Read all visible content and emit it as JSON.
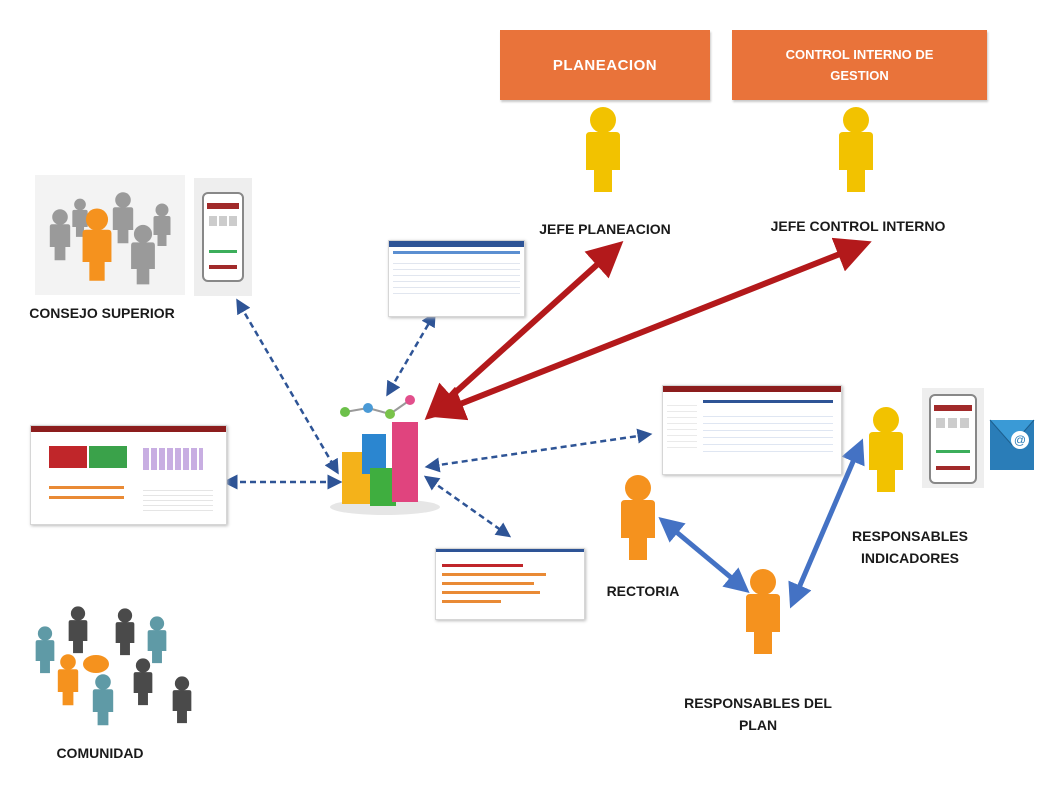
{
  "boxes": {
    "planeacion": "PLANEACION",
    "control": "CONTROL INTERNO DE\nGESTION"
  },
  "labels": {
    "jefe_planeacion": "JEFE PLANEACION",
    "jefe_control": "JEFE CONTROL INTERNO",
    "consejo": "CONSEJO SUPERIOR",
    "rectoria": "RECTORIA",
    "responsables_indicadores": "RESPONSABLES\nINDICADORES",
    "responsables_plan": "RESPONSABLES DEL\nPLAN",
    "comunidad": "COMUNIDAD"
  },
  "colors": {
    "orange_box": "#e9733a",
    "yellow_person": "#f2c200",
    "orange_person": "#f5921e",
    "gray_person": "#9a9a9a",
    "red_arrow": "#b3191b",
    "blue_arrow": "#4472c4",
    "dashed_arrow": "#2e5496"
  },
  "icons": {
    "central": "chart-icon",
    "mail": "mail-icon",
    "phone": "phone-icon"
  }
}
